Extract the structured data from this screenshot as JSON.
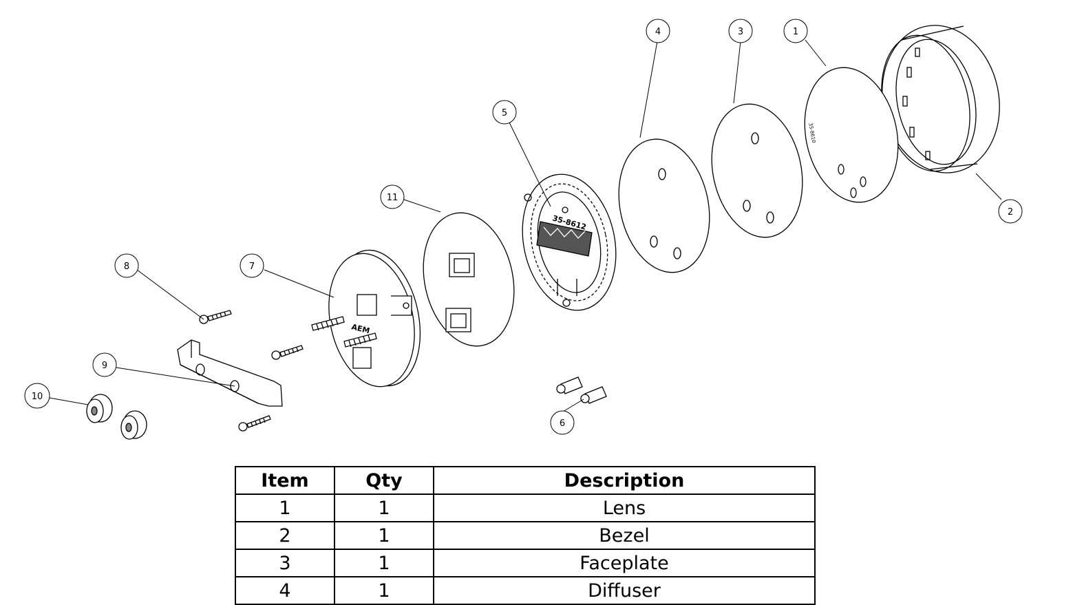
{
  "colors": {
    "line": "#000000",
    "fill": "#ffffff",
    "hatch": "#333333"
  },
  "callouts": [
    {
      "label": "1"
    },
    {
      "label": "2"
    },
    {
      "label": "3"
    },
    {
      "label": "4"
    },
    {
      "label": "5"
    },
    {
      "label": "6"
    },
    {
      "label": "7"
    },
    {
      "label": "8"
    },
    {
      "label": "9"
    },
    {
      "label": "10"
    },
    {
      "label": "11"
    }
  ],
  "part_markings": {
    "circuit_board": "35-8612",
    "lens": "35-8610",
    "housing": "AEM"
  },
  "bom": {
    "headers": {
      "item": "Item",
      "qty": "Qty",
      "description": "Description"
    },
    "rows": [
      {
        "item": "1",
        "qty": "1",
        "description": "Lens"
      },
      {
        "item": "2",
        "qty": "1",
        "description": "Bezel"
      },
      {
        "item": "3",
        "qty": "1",
        "description": "Faceplate"
      },
      {
        "item": "4",
        "qty": "1",
        "description": "Diffuser"
      }
    ]
  }
}
